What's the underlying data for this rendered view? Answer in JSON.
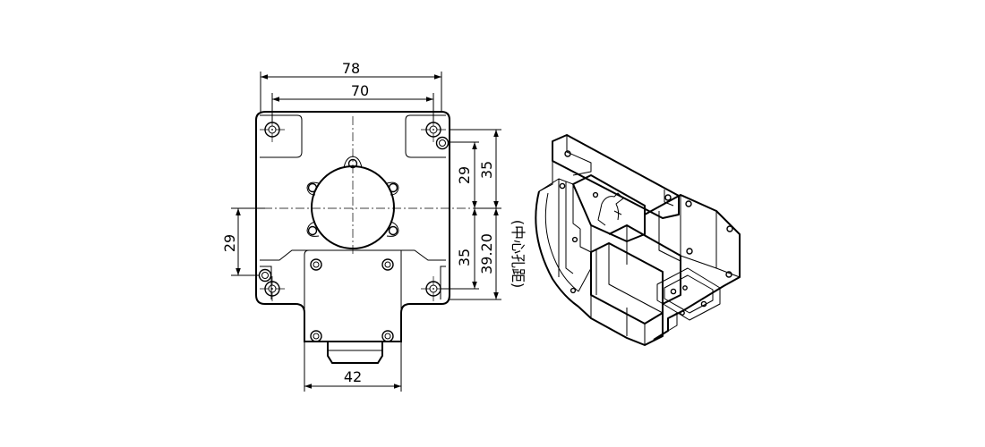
{
  "dimensions": {
    "width_outer": "78",
    "width_inner": "70",
    "height_29_right": "29",
    "height_35_upper": "35",
    "height_29_left": "29",
    "height_35_lower": "35",
    "height_39_20": "39.20",
    "center_hole_note": "(中心孔距)",
    "flange_width": "42"
  }
}
